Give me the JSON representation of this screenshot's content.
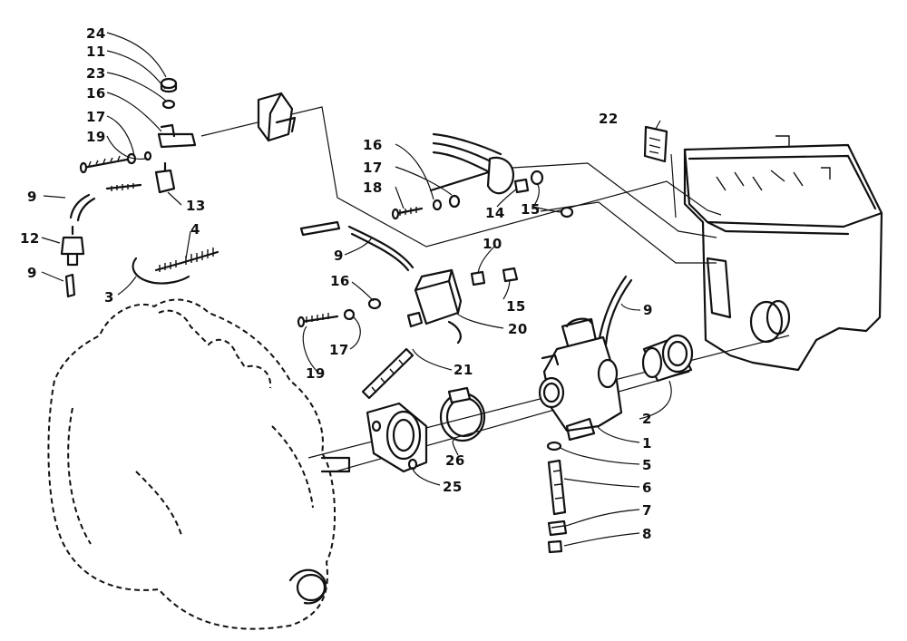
{
  "callouts": {
    "c24": "24",
    "c11": "11",
    "c23": "23",
    "c16a": "16",
    "c17a": "17",
    "c19a": "19",
    "c9a": "9",
    "c13": "13",
    "c12": "12",
    "c9b": "9",
    "c4": "4",
    "c3": "3",
    "c16b": "16",
    "c17b": "17",
    "c18": "18",
    "c14": "14",
    "c15a": "15",
    "c22": "22",
    "c9c": "9",
    "c10": "10",
    "c16c": "16",
    "c15b": "15",
    "c20": "20",
    "c17c": "17",
    "c19b": "19",
    "c21": "21",
    "c9d": "9",
    "c2": "2",
    "c1": "1",
    "c26": "26",
    "c25": "25",
    "c5": "5",
    "c6": "6",
    "c7": "7",
    "c8": "8"
  },
  "colors": {
    "ink": "#111111",
    "paper": "#ffffff"
  }
}
